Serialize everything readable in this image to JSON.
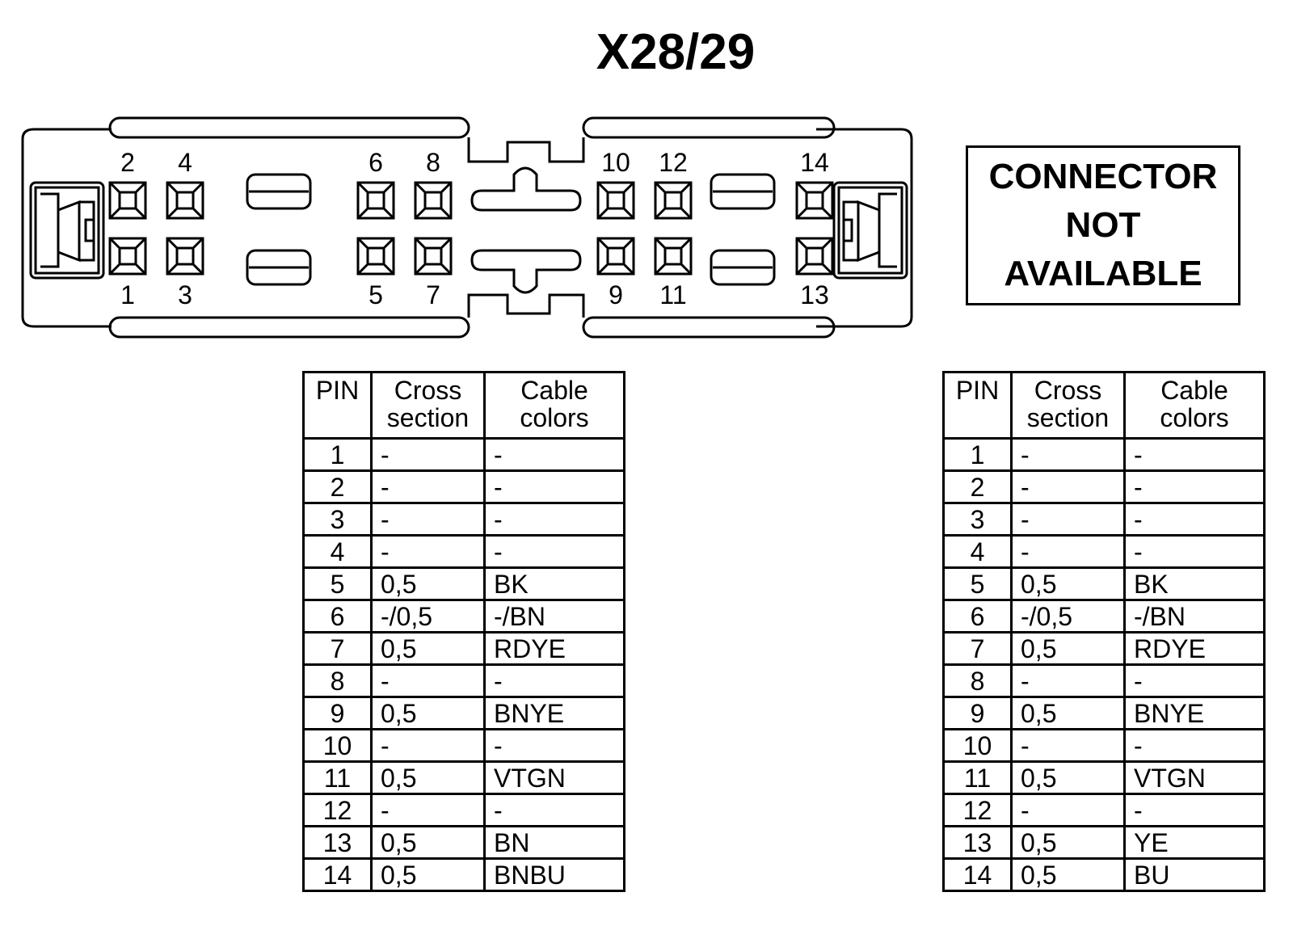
{
  "title": "X28/29",
  "connector": {
    "pin_labels_top": [
      "2",
      "4",
      "6",
      "8",
      "10",
      "12",
      "14"
    ],
    "pin_labels_bottom": [
      "1",
      "3",
      "5",
      "7",
      "9",
      "11",
      "13"
    ]
  },
  "not_available": [
    "CONNECTOR",
    "NOT",
    "AVAILABLE"
  ],
  "tables": [
    {
      "headers": [
        "PIN",
        "Cross section",
        "Cable colors"
      ],
      "rows": [
        [
          "1",
          "-",
          "-"
        ],
        [
          "2",
          "-",
          "-"
        ],
        [
          "3",
          "-",
          "-"
        ],
        [
          "4",
          "-",
          "-"
        ],
        [
          "5",
          "0,5",
          "BK"
        ],
        [
          "6",
          "-/0,5",
          "-/BN"
        ],
        [
          "7",
          "0,5",
          "RDYE"
        ],
        [
          "8",
          "-",
          "-"
        ],
        [
          "9",
          "0,5",
          "BNYE"
        ],
        [
          "10",
          "-",
          "-"
        ],
        [
          "11",
          "0,5",
          "VTGN"
        ],
        [
          "12",
          "-",
          "-"
        ],
        [
          "13",
          "0,5",
          "BN"
        ],
        [
          "14",
          "0,5",
          "BNBU"
        ]
      ]
    },
    {
      "headers": [
        "PIN",
        "Cross section",
        "Cable colors"
      ],
      "rows": [
        [
          "1",
          "-",
          "-"
        ],
        [
          "2",
          "-",
          "-"
        ],
        [
          "3",
          "-",
          "-"
        ],
        [
          "4",
          "-",
          "-"
        ],
        [
          "5",
          "0,5",
          "BK"
        ],
        [
          "6",
          "-/0,5",
          "-/BN"
        ],
        [
          "7",
          "0,5",
          "RDYE"
        ],
        [
          "8",
          "-",
          "-"
        ],
        [
          "9",
          "0,5",
          "BNYE"
        ],
        [
          "10",
          "-",
          "-"
        ],
        [
          "11",
          "0,5",
          "VTGN"
        ],
        [
          "12",
          "-",
          "-"
        ],
        [
          "13",
          "0,5",
          "YE"
        ],
        [
          "14",
          "0,5",
          "BU"
        ]
      ]
    }
  ]
}
